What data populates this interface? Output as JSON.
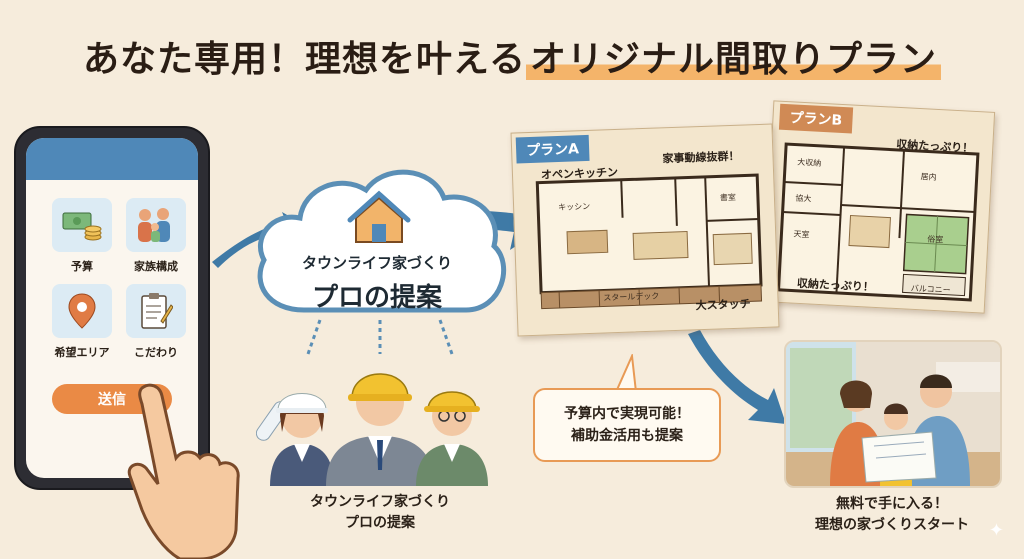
{
  "title": {
    "prefix": "あなた専用！理想を叶える",
    "highlight": "オリジナル間取りプラン"
  },
  "phone": {
    "tiles": [
      {
        "label": "予算",
        "icon": "money-icon"
      },
      {
        "label": "家族構成",
        "icon": "family-icon"
      },
      {
        "label": "希望エリア",
        "icon": "location-pin-icon"
      },
      {
        "label": "こだわり",
        "icon": "clipboard-icon"
      }
    ],
    "send_label": "送信"
  },
  "cloud": {
    "line1": "タウンライフ家づくり",
    "line2": "プロの提案"
  },
  "team_caption": {
    "line1": "タウンライフ家づくり",
    "line2": "プロの提案"
  },
  "plan_a": {
    "tag": "プランA",
    "annotations": {
      "kitchen": "オペンキッチン",
      "housework": "家事動線抜群！",
      "storage": "大スタッチ"
    },
    "rooms": {
      "kitchen": "キッシン",
      "study": "書室",
      "deck": "スタールデック"
    }
  },
  "plan_b": {
    "tag": "プランB",
    "annotations": {
      "storage_top": "収納たっぷり！",
      "storage_bottom": "収納たっぷり！"
    },
    "rooms": {
      "big_storage": "大収納",
      "storage": "協大",
      "living": "天室",
      "bedroom": "居内",
      "tatami": "俗室",
      "balcony": "バルコニー"
    }
  },
  "bubble": {
    "line1": "予算内で実現可能！",
    "line2": "補助金活用も提案"
  },
  "family_caption": {
    "line1": "無料で手に入る！",
    "line2": "理想の家づくりスタート"
  },
  "colors": {
    "accent_orange": "#ea8a45",
    "arrow_blue": "#3f7aa6",
    "cloud_blue": "#5b8fb6",
    "plan_a_tag": "#4f88b8",
    "plan_b_tag": "#d08a55"
  }
}
